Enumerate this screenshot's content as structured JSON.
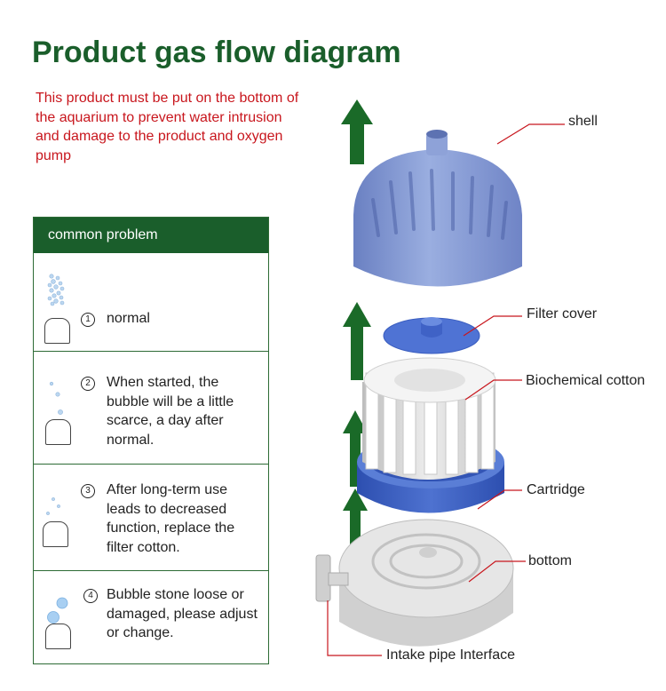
{
  "title": "Product gas flow diagram",
  "warning": "This product must be put on the bottom of the aquarium to prevent water intrusion and damage to the product and oxygen pump",
  "common": {
    "header": "common problem",
    "rows": [
      {
        "num": "1",
        "text": "normal"
      },
      {
        "num": "2",
        "text": "When started, the bubble will be a little scarce, a day after normal."
      },
      {
        "num": "3",
        "text": "After long-term use leads to decreased function, replace the filter cotton."
      },
      {
        "num": "4",
        "text": "Bubble stone loose or damaged, please adjust or change."
      }
    ]
  },
  "labels": {
    "shell": "shell",
    "filter_cover": "Filter cover",
    "biochemical_cotton": "Biochemical cotton",
    "cartridge": "Cartridge",
    "bottom": "bottom",
    "intake": "Intake pipe Interface"
  },
  "colors": {
    "title": "#1a5e2b",
    "warning": "#c8161d",
    "arrow": "#1a6a28",
    "leader": "#c8161d",
    "shell": "#7f94cf",
    "cartridge": "#3d5fbf",
    "cotton": "#dcdcdc"
  }
}
